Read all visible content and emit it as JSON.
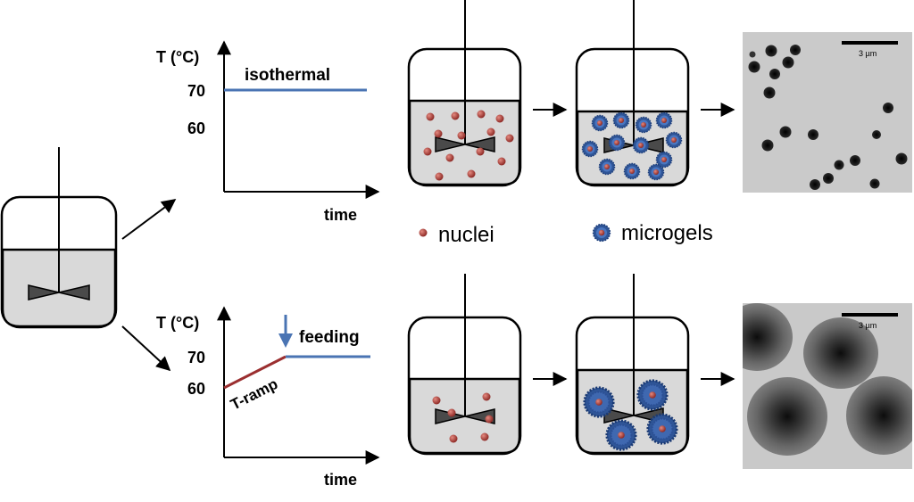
{
  "top_plot": {
    "y_label": "T (°C)",
    "x_label": "time",
    "tick_70": "70",
    "tick_60": "60",
    "line_label": "isothermal",
    "line_color": "#4a74b3"
  },
  "bottom_plot": {
    "y_label": "T (°C)",
    "x_label": "time",
    "tick_70": "70",
    "tick_60": "60",
    "ramp_label": "T-ramp",
    "feed_label": "feeding",
    "ramp_color": "#9b2f30",
    "feed_color": "#4a74b3"
  },
  "legend": {
    "nuclei": "nuclei",
    "microgels": "microgels"
  },
  "micrographs": {
    "top_scale": "3 µm",
    "bottom_scale": "3 µm"
  },
  "colors": {
    "liquid": "#d9d9d9",
    "nucleus": "#b8403a",
    "microgel": "#2f5597"
  }
}
